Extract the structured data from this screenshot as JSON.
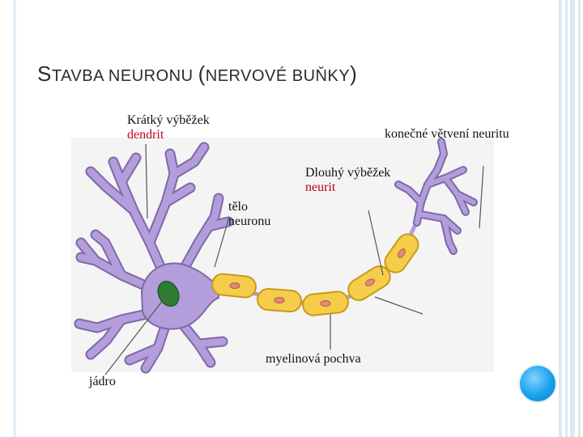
{
  "slide": {
    "title_big_1": "S",
    "title_small_1": "TAVBA NEURONU ",
    "title_big_2": "(",
    "title_small_2": "NERVOVÉ BUŇKY",
    "title_big_3": ")"
  },
  "labels": {
    "short_process": "Krátký výběžek",
    "dendrite": "dendrit",
    "terminal_branches": "konečné větvení neuritu",
    "long_process": "Dlouhý výběžek",
    "neurite": "neurit",
    "cell_body_line1": "tělo",
    "cell_body_line2": "neuronu",
    "myelin_sheath": "myelinová pochva",
    "nucleus": "jádro"
  },
  "colors": {
    "neuron_body": "#b39ddb",
    "neuron_outline": "#7e6aa8",
    "nucleus": "#2e7d32",
    "myelin": "#f5cd4a",
    "myelin_outline": "#c79a18",
    "node_dot": "#e08a7a",
    "pointer_line": "#555555",
    "label_red": "#c0001a"
  }
}
